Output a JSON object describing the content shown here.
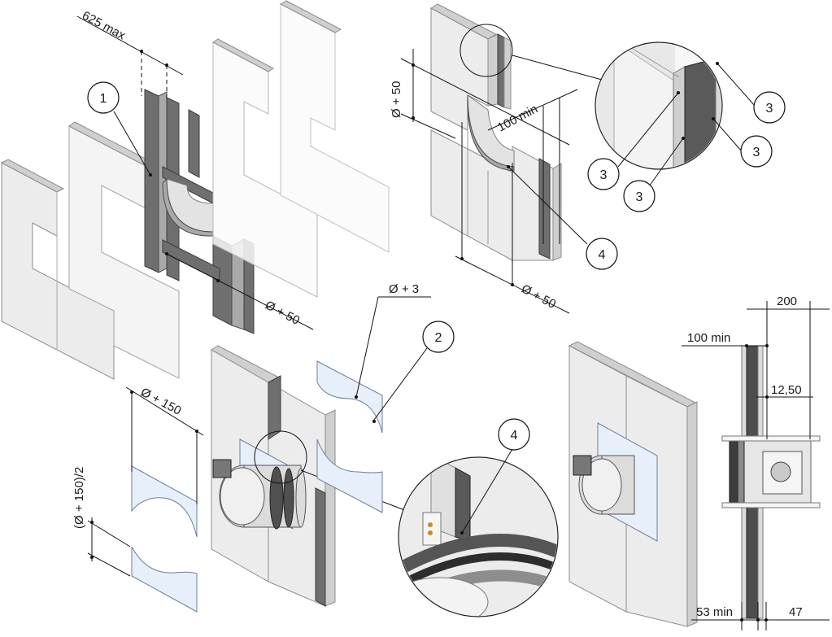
{
  "dimensions": {
    "max_625": "625 max",
    "diam_plus_50_a": "Ø + 50",
    "diam_plus_50_b": "Ø + 50",
    "diam_plus_50_c": "Ø + 50",
    "min_100_a": "100 min",
    "diam_plus_3": "Ø + 3",
    "diam_plus_150": "Ø + 150",
    "diam_plus_150_half": "(Ø + 150)/2",
    "min_100_b": "100 min",
    "d200": "200",
    "d12_50": "12,50",
    "min_53": "53 min",
    "d47": "47"
  },
  "callouts": {
    "c1": "1",
    "c2": "2",
    "c3a": "3",
    "c3b": "3",
    "c3c": "3",
    "c3d": "3",
    "c4a": "4",
    "c4b": "4"
  },
  "colors": {
    "stud": "#6f6f6f",
    "board": "#ececec",
    "plate": "#e7f0fa"
  }
}
